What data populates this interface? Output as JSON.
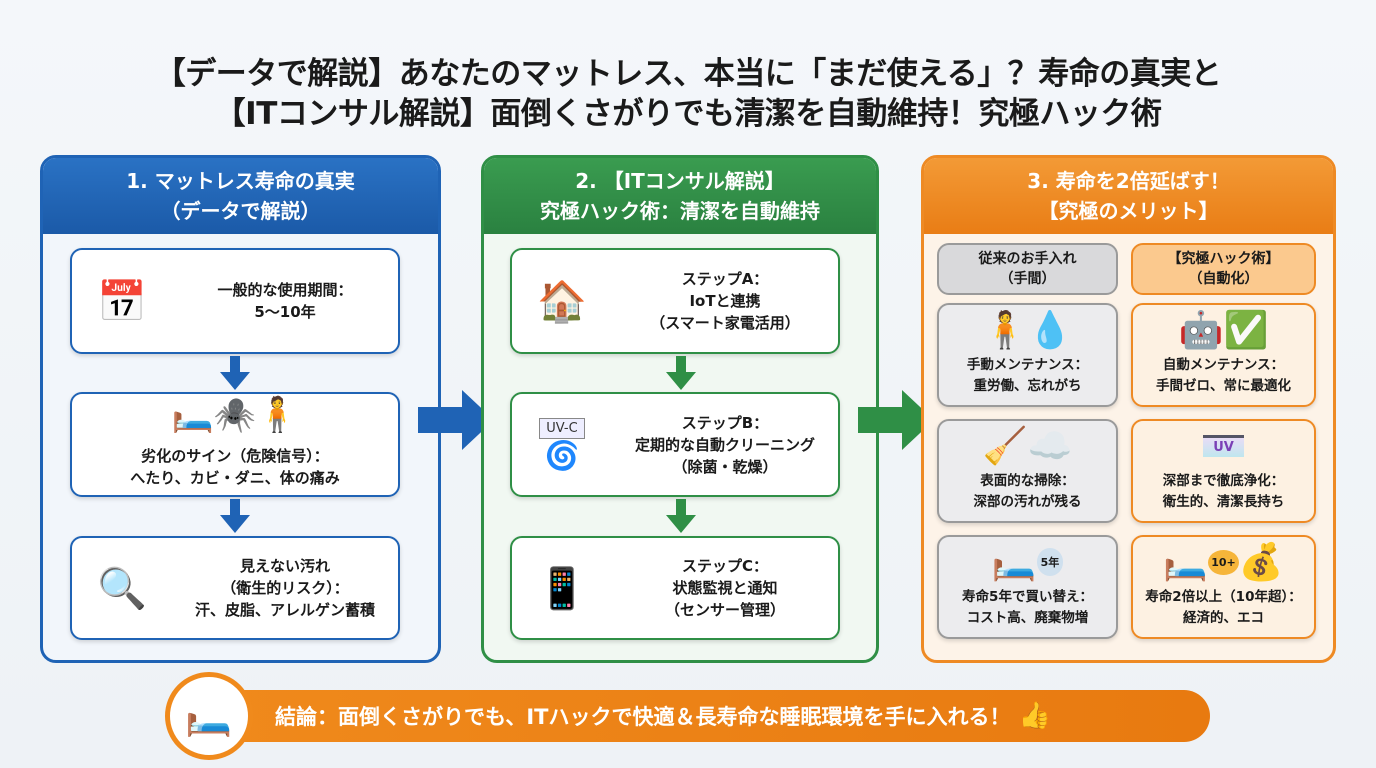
{
  "title": {
    "line1": "【データで解説】あなたのマットレス、本当に「まだ使える」？寿命の真実と",
    "line2": "【ITコンサル解説】面倒くさがりでも清潔を自動維持！究極ハック術"
  },
  "colors": {
    "blue": "#1f63b5",
    "green": "#2f8f46",
    "orange": "#ee8a24"
  },
  "panel1": {
    "head1": "1. マットレス寿命の真実",
    "head2": "（データで解説）",
    "cards": [
      {
        "icon": "calendar-clock-icon",
        "l1": "一般的な使用期間：",
        "l2": "5〜10年",
        "l3": ""
      },
      {
        "icon": "worn-mattress-mite-backpain-icon",
        "l1": "劣化のサイン（危険信号）：",
        "l2": "へたり、カビ・ダニ、体の痛み",
        "l3": ""
      },
      {
        "icon": "magnifier-bacteria-icon",
        "l1": "見えない汚れ",
        "l2": "（衛生的リスク）：",
        "l3": "汗、皮脂、アレルゲン蓄積"
      }
    ]
  },
  "panel2": {
    "head1": "2. 【ITコンサル解説】",
    "head2": "究極ハック術：清潔を自動維持",
    "cards": [
      {
        "icon": "smart-home-robot-vacuum-icon",
        "l1": "ステップA：",
        "l2": "IoTと連携",
        "l3": "（スマート家電活用）"
      },
      {
        "icon": "uv-c-fan-icon",
        "icon_text": "UV-C",
        "l1": "ステップB：",
        "l2": "定期的な自動クリーニング",
        "l3": "（除菌・乾燥）"
      },
      {
        "icon": "smartphone-heart-monitor-icon",
        "l1": "ステップC：",
        "l2": "状態監視と通知",
        "l3": "（センサー管理）"
      }
    ]
  },
  "panel3": {
    "head1": "3. 寿命を2倍延ばす！",
    "head2": "【究極のメリット】",
    "col_left": {
      "l1": "従来のお手入れ",
      "l2": "（手間）"
    },
    "col_right": {
      "l1": "【究極ハック術】",
      "l2": "（自動化）"
    },
    "left": [
      {
        "icon": "person-lifting-mattress-icon",
        "l1": "手動メンテナンス：",
        "l2": "重労働、忘れがち"
      },
      {
        "icon": "vacuum-dust-icon",
        "l1": "表面的な掃除：",
        "l2": "深部の汚れが残る"
      },
      {
        "icon": "broken-mattress-icon",
        "badge": "5年",
        "l1": "寿命5年で買い替え：",
        "l2": "コスト高、廃棄物増"
      }
    ],
    "right": [
      {
        "icon": "robot-check-icon",
        "l1": "自動メンテナンス：",
        "l2": "手間ゼロ、常に最適化"
      },
      {
        "icon": "uv-mattress-icon",
        "badge": "UV",
        "l1": "深部まで徹底浄化：",
        "l2": "衛生的、清潔長持ち"
      },
      {
        "icon": "mattress-money-bag-icon",
        "badge": "10+",
        "l1": "寿命2倍以上（10年超）：",
        "l2": "経済的、エコ"
      }
    ]
  },
  "banner": {
    "text": "結論：面倒くさがりでも、ITハックで快適＆長寿命な睡眠環境を手に入れる！",
    "icon": "thumbs-up-icon"
  }
}
